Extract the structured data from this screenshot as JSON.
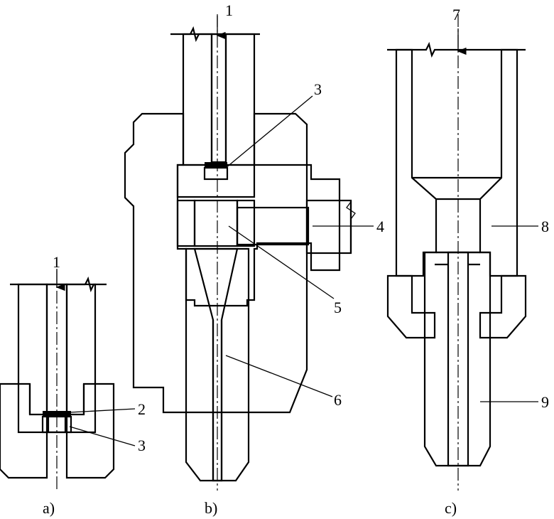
{
  "figure": {
    "panels": [
      {
        "id": "a",
        "caption": "a)"
      },
      {
        "id": "b",
        "caption": "b)"
      },
      {
        "id": "c",
        "caption": "c)"
      }
    ],
    "labels": {
      "a_1": "1",
      "a_2": "2",
      "a_3": "3",
      "b_1": "1",
      "b_3": "3",
      "b_4": "4",
      "b_5": "5",
      "b_6": "6",
      "c_7": "7",
      "c_8": "8",
      "c_9": "9"
    }
  }
}
